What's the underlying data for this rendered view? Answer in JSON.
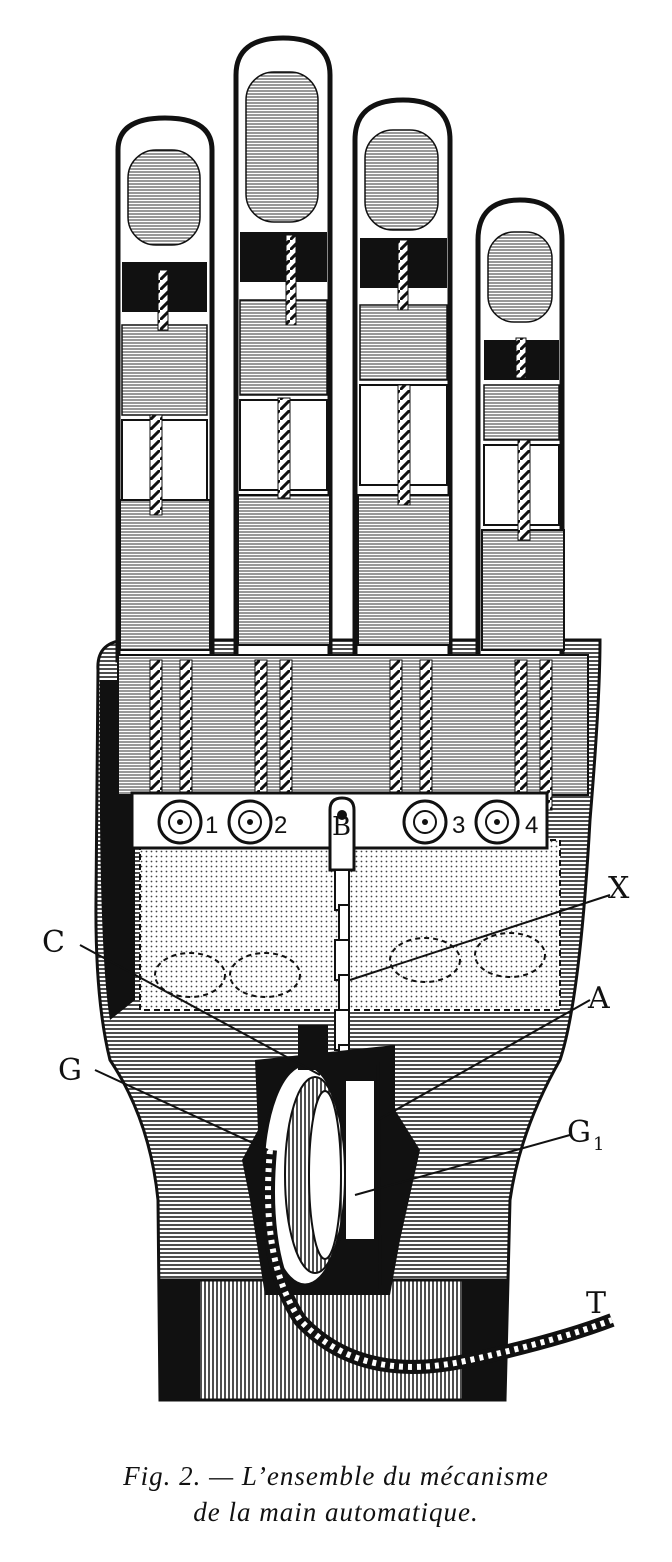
{
  "figure": {
    "labels": {
      "B": "B",
      "X": "X",
      "C": "C",
      "A": "A",
      "G": "G",
      "G1_main": "G",
      "G1_sub": "1",
      "T": "T"
    },
    "pulleys": [
      "1",
      "2",
      "3",
      "4"
    ],
    "colors": {
      "ink": "#111111",
      "paper": "#ffffff",
      "hatch": "#222222"
    }
  },
  "caption": {
    "line1": "Fig. 2. — L’ensemble du mécanisme",
    "line2": "de la main automatique."
  }
}
